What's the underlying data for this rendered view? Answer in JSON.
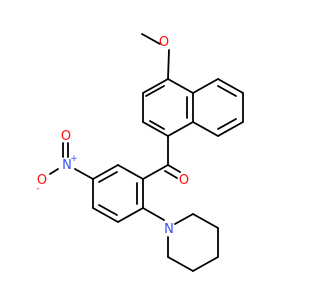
{
  "diagram": {
    "type": "chemical-structure",
    "colors": {
      "bond": "#000000",
      "oxygen": "#ff0d0d",
      "nitrogen": "#3050f8"
    },
    "labels": {
      "methoxy_oxygen": "O",
      "ketone_oxygen": "O",
      "nitro_nitrogen": "N",
      "nitro_nitrogen_charge": "+",
      "nitro_oxygen_top": "O",
      "nitro_oxygen_bottom": "O",
      "nitro_oxygen_bottom_charge": "-",
      "piperidine_nitrogen": "N"
    }
  }
}
